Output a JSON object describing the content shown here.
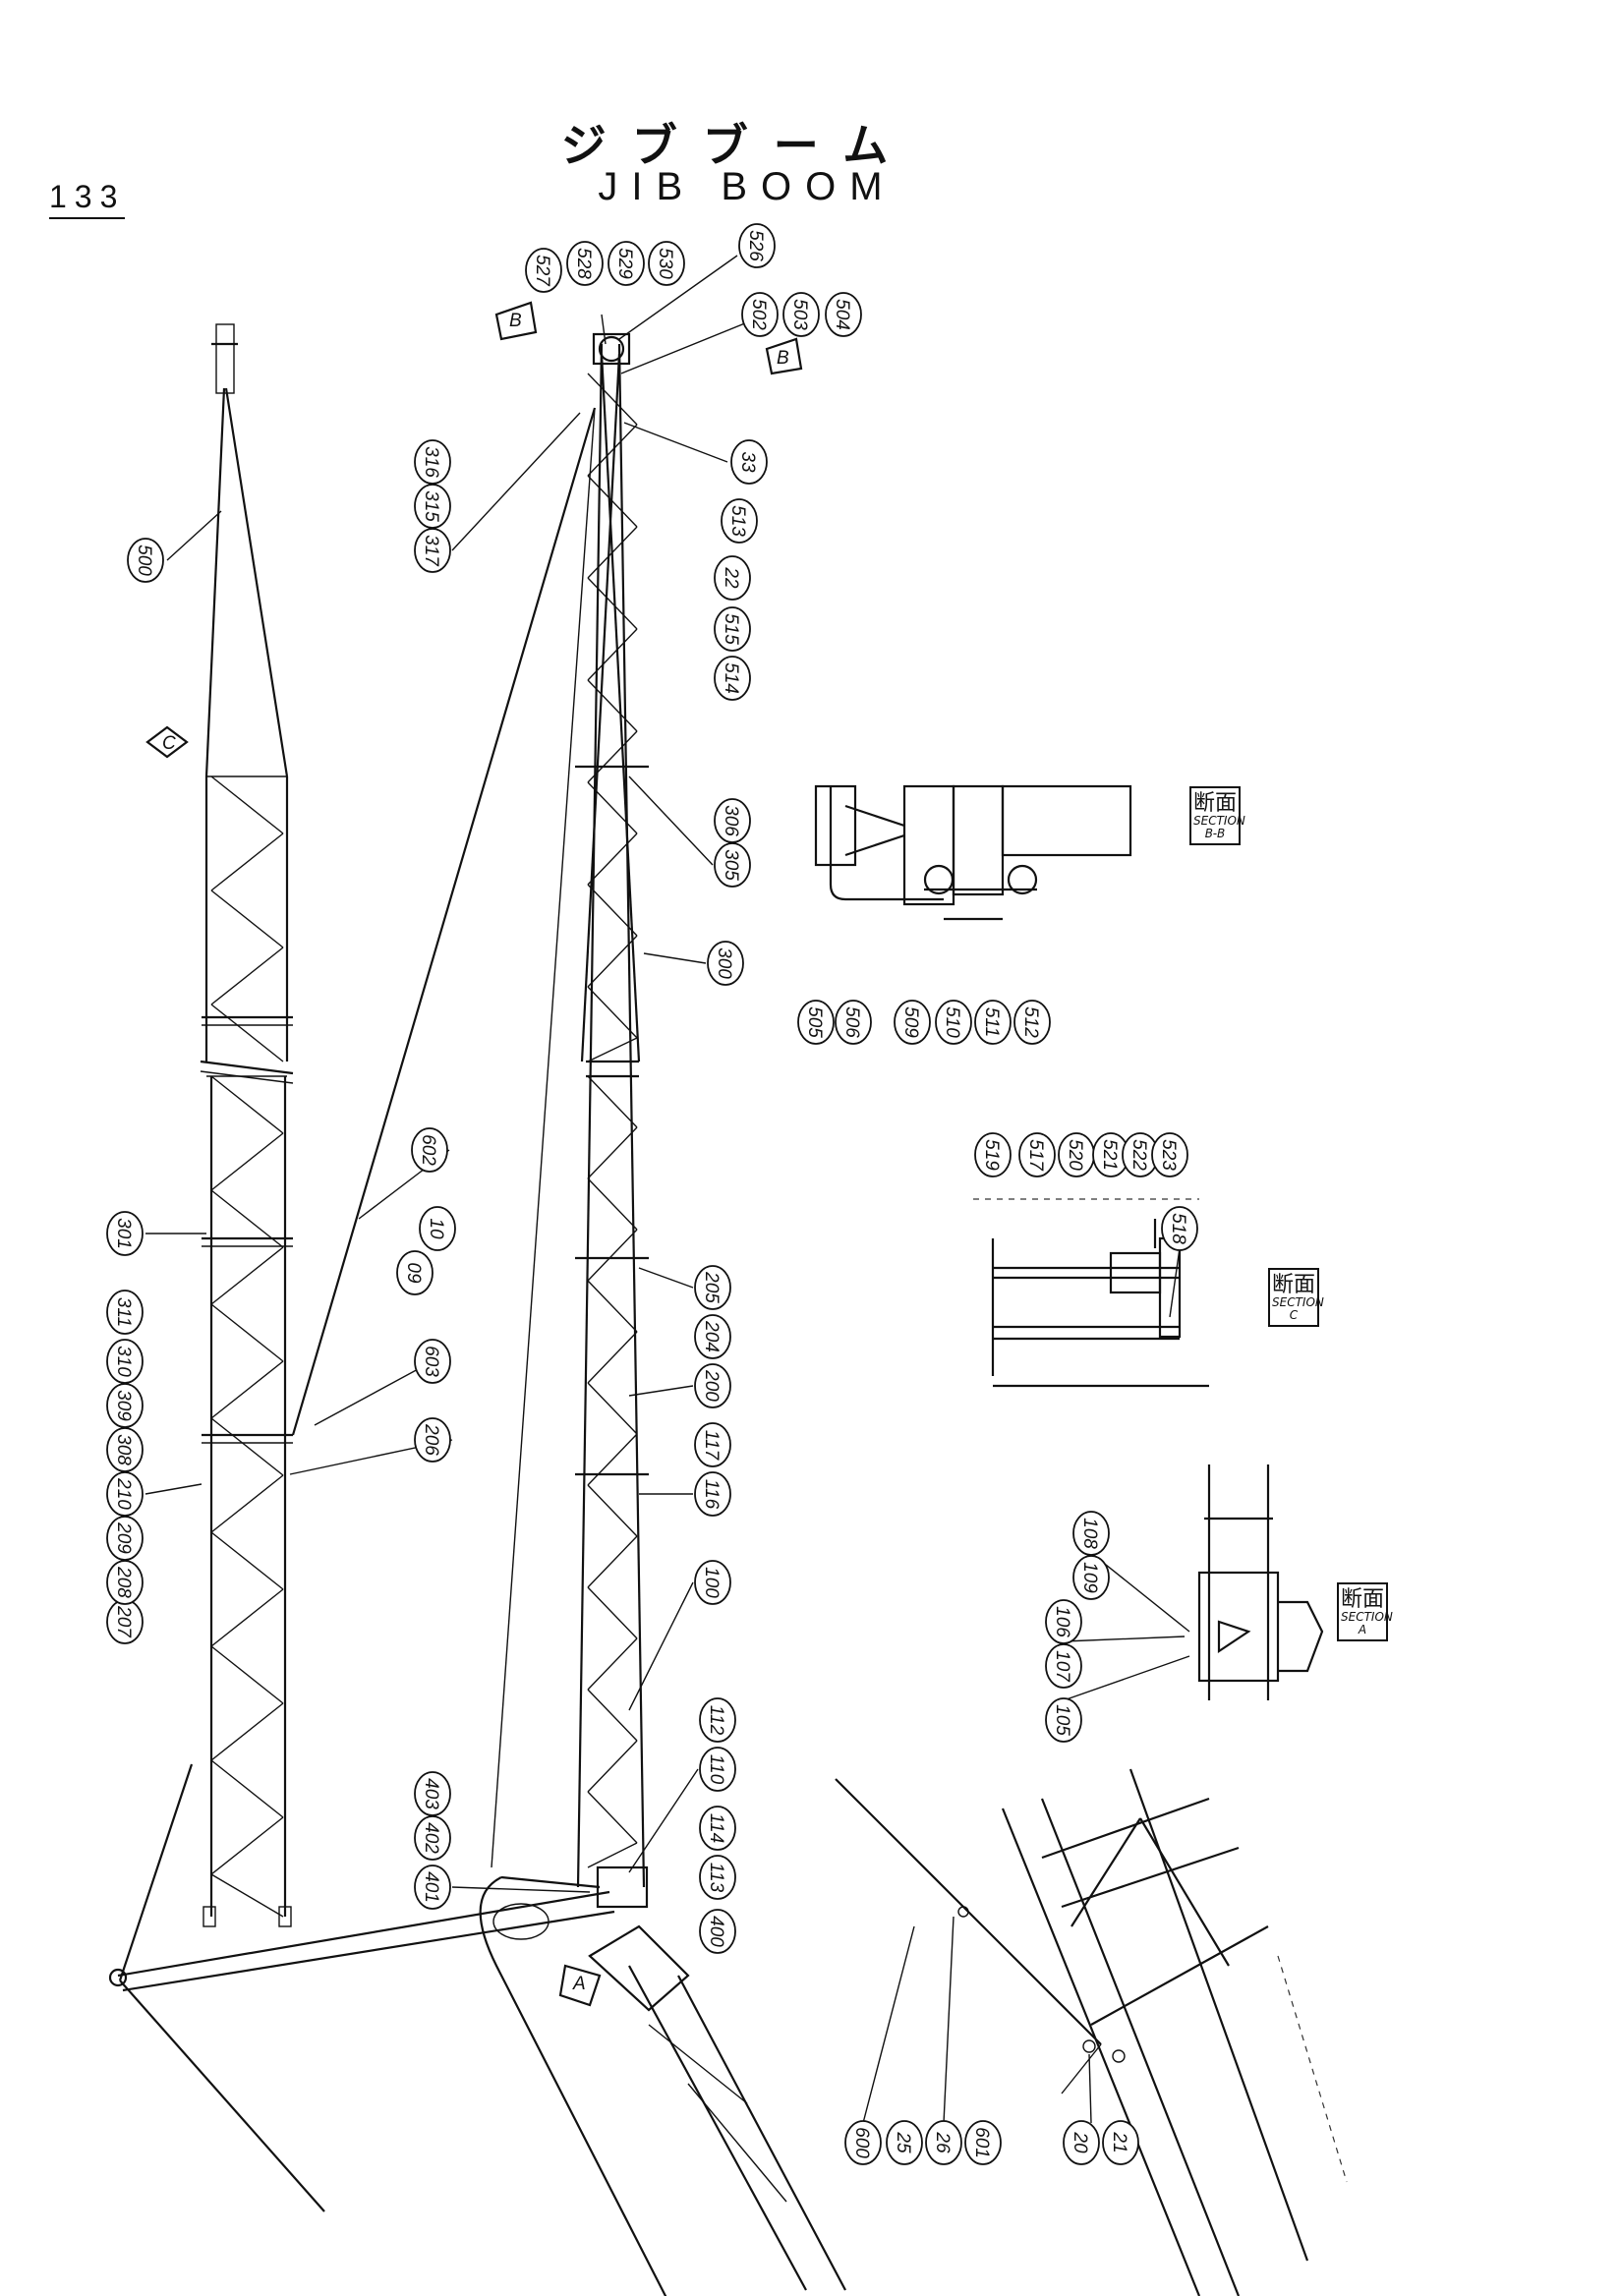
{
  "page": {
    "number": "133",
    "title_jp": "ジブブーム",
    "title_en": "JIB BOOM"
  },
  "sections": {
    "bb": {
      "jp": "断面",
      "en": "SECTION B-B"
    },
    "c": {
      "jp": "断面",
      "en": "SECTION C"
    },
    "a": {
      "jp": "断面",
      "en": "SECTION A"
    }
  },
  "view_markers": {
    "b": "B",
    "c": "C",
    "a": "A"
  },
  "part_labels": [
    "527",
    "528",
    "529",
    "530",
    "526",
    "502",
    "503",
    "504",
    "317",
    "315",
    "316",
    "33",
    "513",
    "22",
    "514",
    "515",
    "500",
    "305",
    "306",
    "300",
    "505",
    "506",
    "509",
    "510",
    "511",
    "512",
    "602",
    "301",
    "311",
    "09",
    "10",
    "603",
    "308",
    "309",
    "310",
    "206",
    "207",
    "208",
    "209",
    "210",
    "205",
    "204",
    "200",
    "116",
    "117",
    "100",
    "519",
    "517",
    "520",
    "521",
    "522",
    "523",
    "518",
    "108",
    "109",
    "106",
    "107",
    "105",
    "112",
    "110",
    "114",
    "113",
    "400",
    "401",
    "402",
    "403",
    "600",
    "25",
    "26",
    "601",
    "20",
    "21"
  ],
  "colors": {
    "ink": "#111111",
    "paper": "#ffffff"
  }
}
